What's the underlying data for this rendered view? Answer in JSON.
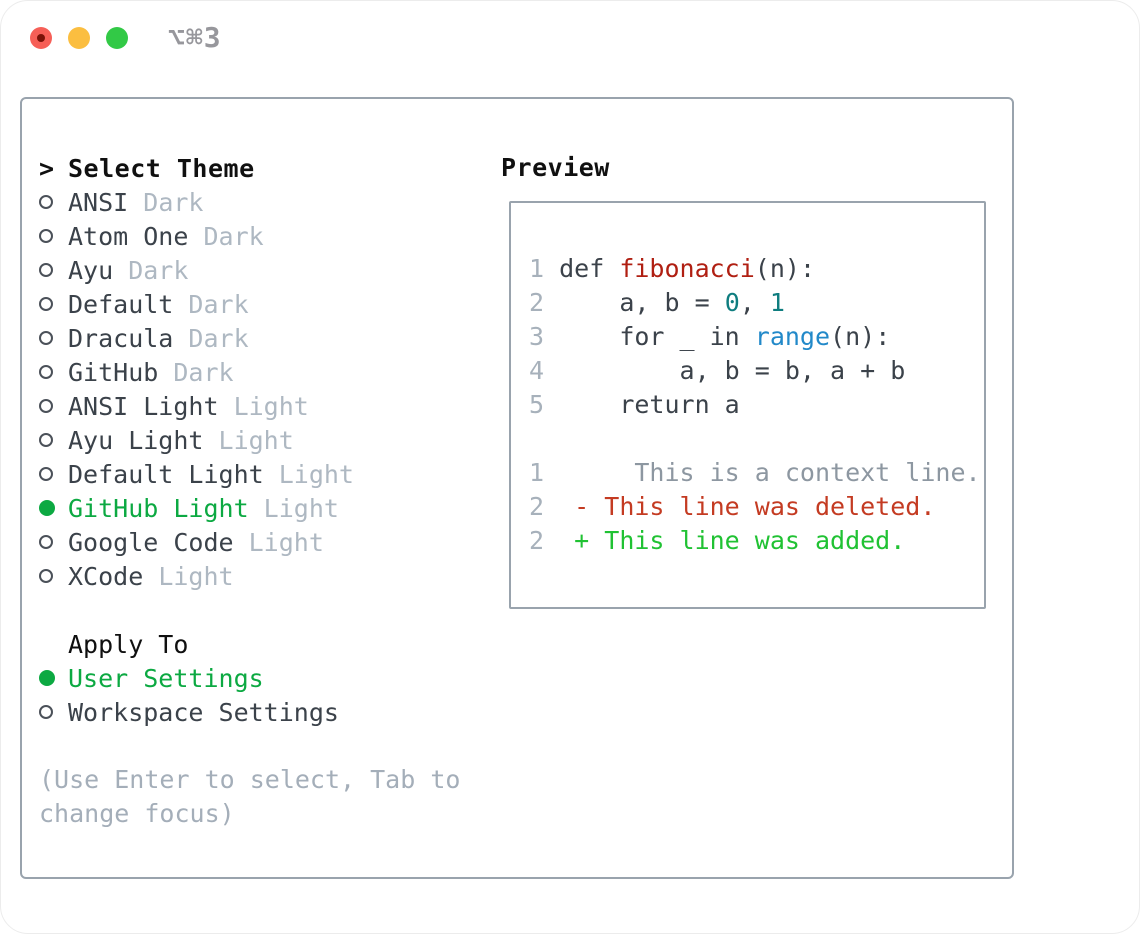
{
  "window": {
    "title": "⌥⌘3",
    "traffic_lights": {
      "close": "close",
      "minimize": "minimize",
      "zoom": "zoom"
    }
  },
  "colors": {
    "selection_green": "#0ca942",
    "diff_added_green": "#20c233",
    "diff_deleted_red": "#c43b22",
    "function_red": "#b01f12",
    "number_teal": "#0f7d7f",
    "builtin_blue": "#2289c9",
    "muted_gray": "#aeb8c2",
    "border_gray": "#99a3ad"
  },
  "theme_panel": {
    "header": {
      "marker": ">",
      "label": "Select Theme"
    },
    "themes": [
      {
        "name": "ANSI",
        "tag": "Dark",
        "selected": false
      },
      {
        "name": "Atom One",
        "tag": "Dark",
        "selected": false
      },
      {
        "name": "Ayu",
        "tag": "Dark",
        "selected": false
      },
      {
        "name": "Default",
        "tag": "Dark",
        "selected": false
      },
      {
        "name": "Dracula",
        "tag": "Dark",
        "selected": false
      },
      {
        "name": "GitHub",
        "tag": "Dark",
        "selected": false
      },
      {
        "name": "ANSI Light",
        "tag": "Light",
        "selected": false
      },
      {
        "name": "Ayu Light",
        "tag": "Light",
        "selected": false
      },
      {
        "name": "Default Light",
        "tag": "Light",
        "selected": false
      },
      {
        "name": "GitHub Light",
        "tag": "Light",
        "selected": true
      },
      {
        "name": "Google Code",
        "tag": "Light",
        "selected": false
      },
      {
        "name": "XCode",
        "tag": "Light",
        "selected": false
      }
    ],
    "apply_to": {
      "label": "Apply To",
      "options": [
        {
          "name": "User Settings",
          "selected": true
        },
        {
          "name": "Workspace Settings",
          "selected": false
        }
      ]
    },
    "help_text": "(Use Enter to select, Tab to change focus)"
  },
  "preview": {
    "title": "Preview",
    "lines": [
      {
        "segments": [
          {
            "text": "1 ",
            "style": "linenum"
          },
          {
            "text": "def ",
            "style": "code"
          },
          {
            "text": "fibonacci",
            "style": "function"
          },
          {
            "text": "(n):",
            "style": "code"
          }
        ]
      },
      {
        "segments": [
          {
            "text": "2 ",
            "style": "linenum"
          },
          {
            "text": "    a, b = ",
            "style": "code"
          },
          {
            "text": "0",
            "style": "number"
          },
          {
            "text": ", ",
            "style": "code"
          },
          {
            "text": "1",
            "style": "number"
          }
        ]
      },
      {
        "segments": [
          {
            "text": "3 ",
            "style": "linenum"
          },
          {
            "text": "    for _ in ",
            "style": "code"
          },
          {
            "text": "range",
            "style": "builtin"
          },
          {
            "text": "(n):",
            "style": "code"
          }
        ]
      },
      {
        "segments": [
          {
            "text": "4 ",
            "style": "linenum"
          },
          {
            "text": "        a, b = b, a + b",
            "style": "code"
          }
        ]
      },
      {
        "segments": [
          {
            "text": "5 ",
            "style": "linenum"
          },
          {
            "text": "    return a",
            "style": "code"
          }
        ]
      },
      {
        "segments": [
          {
            "text": " ",
            "style": "code"
          }
        ]
      },
      {
        "segments": [
          {
            "text": "1 ",
            "style": "linenum"
          },
          {
            "text": "     This is a context line.",
            "style": "context"
          }
        ]
      },
      {
        "segments": [
          {
            "text": "2 ",
            "style": "linenum"
          },
          {
            "text": " - This line was deleted.",
            "style": "deleted"
          }
        ]
      },
      {
        "segments": [
          {
            "text": "2 ",
            "style": "linenum"
          },
          {
            "text": " + This line was added.",
            "style": "added"
          }
        ]
      }
    ]
  }
}
